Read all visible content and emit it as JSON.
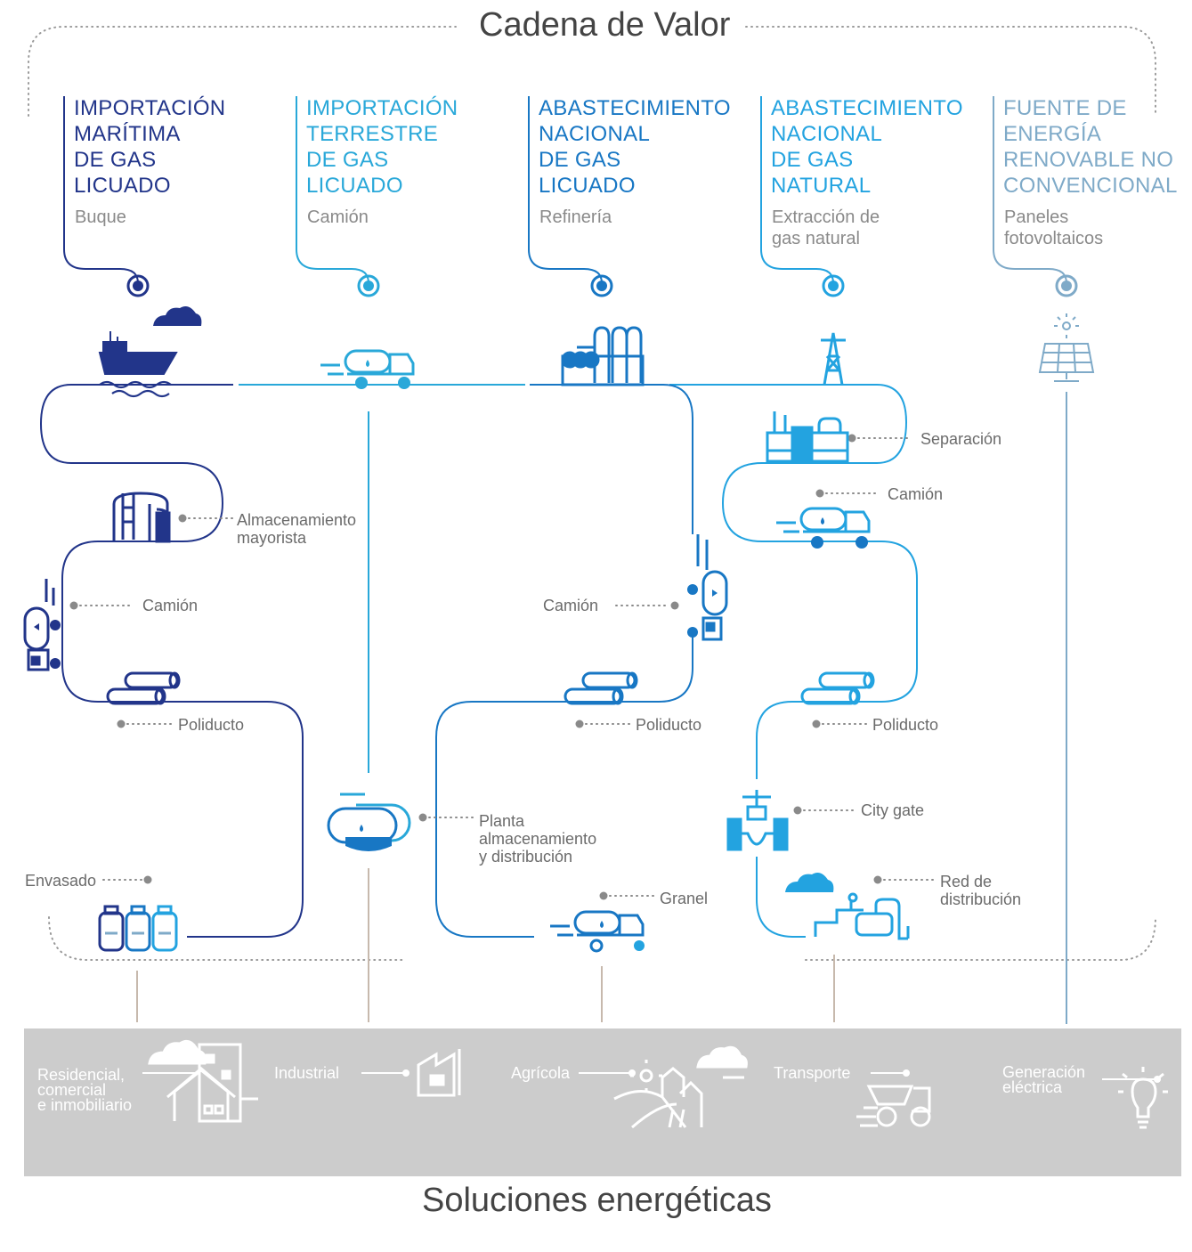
{
  "header": {
    "title": "Cadena de Valor"
  },
  "footer": {
    "title": "Soluciones energéticas"
  },
  "colors": {
    "navy": "#22358a",
    "cyan": "#29a8d9",
    "blue": "#1877c4",
    "sky": "#23a3e0",
    "gray_blue": "#7faac8",
    "band": "#cccccc",
    "label_gray": "#6b6b6b"
  },
  "sources": [
    {
      "title": "IMPORTACIÓN\nMARÍTIMA\nDE GAS\nLICUADO",
      "subtitle": "Buque",
      "color": "#22358a"
    },
    {
      "title": "IMPORTACIÓN\nTERRESTRE\nDE GAS\nLICUADO",
      "subtitle": "Camión",
      "color": "#29a8d9"
    },
    {
      "title": "ABASTECIMIENTO\nNACIONAL\nDE GAS\nLICUADO",
      "subtitle": "Refinería",
      "color": "#1877c4"
    },
    {
      "title": "ABASTECIMIENTO\nNACIONAL\nDE GAS\nNATURAL",
      "subtitle": "Extracción de\ngas natural",
      "color": "#23a3e0"
    },
    {
      "title": "FUENTE DE\nENERGÍA\nRENOVABLE NO\nCONVENCIONAL",
      "subtitle": "Paneles\nfotovoltaicos",
      "color": "#7faac8"
    }
  ],
  "labels": {
    "almacenamiento": "Almacenamiento\nmayorista",
    "camion_1": "Camión",
    "poliducto_1": "Poliducto",
    "envasado": "Envasado",
    "planta": "Planta\nalmacenamiento\ny distribución",
    "camion_3": "Camión",
    "poliducto_3": "Poliducto",
    "granel": "Granel",
    "separacion": "Separación",
    "camion_4": "Camión",
    "poliducto_4": "Poliducto",
    "city_gate": "City gate",
    "red": "Red de\ndistribución"
  },
  "sectors": [
    {
      "label": "Residencial,\ncomercial\ne inmobiliario",
      "icon": "house-building-icon"
    },
    {
      "label": "Industrial",
      "icon": "factory-icon"
    },
    {
      "label": "Agrícola",
      "icon": "farm-icon"
    },
    {
      "label": "Transporte",
      "icon": "dump-truck-icon"
    },
    {
      "label": "Generación\neléctrica",
      "icon": "lightbulb-icon"
    }
  ]
}
